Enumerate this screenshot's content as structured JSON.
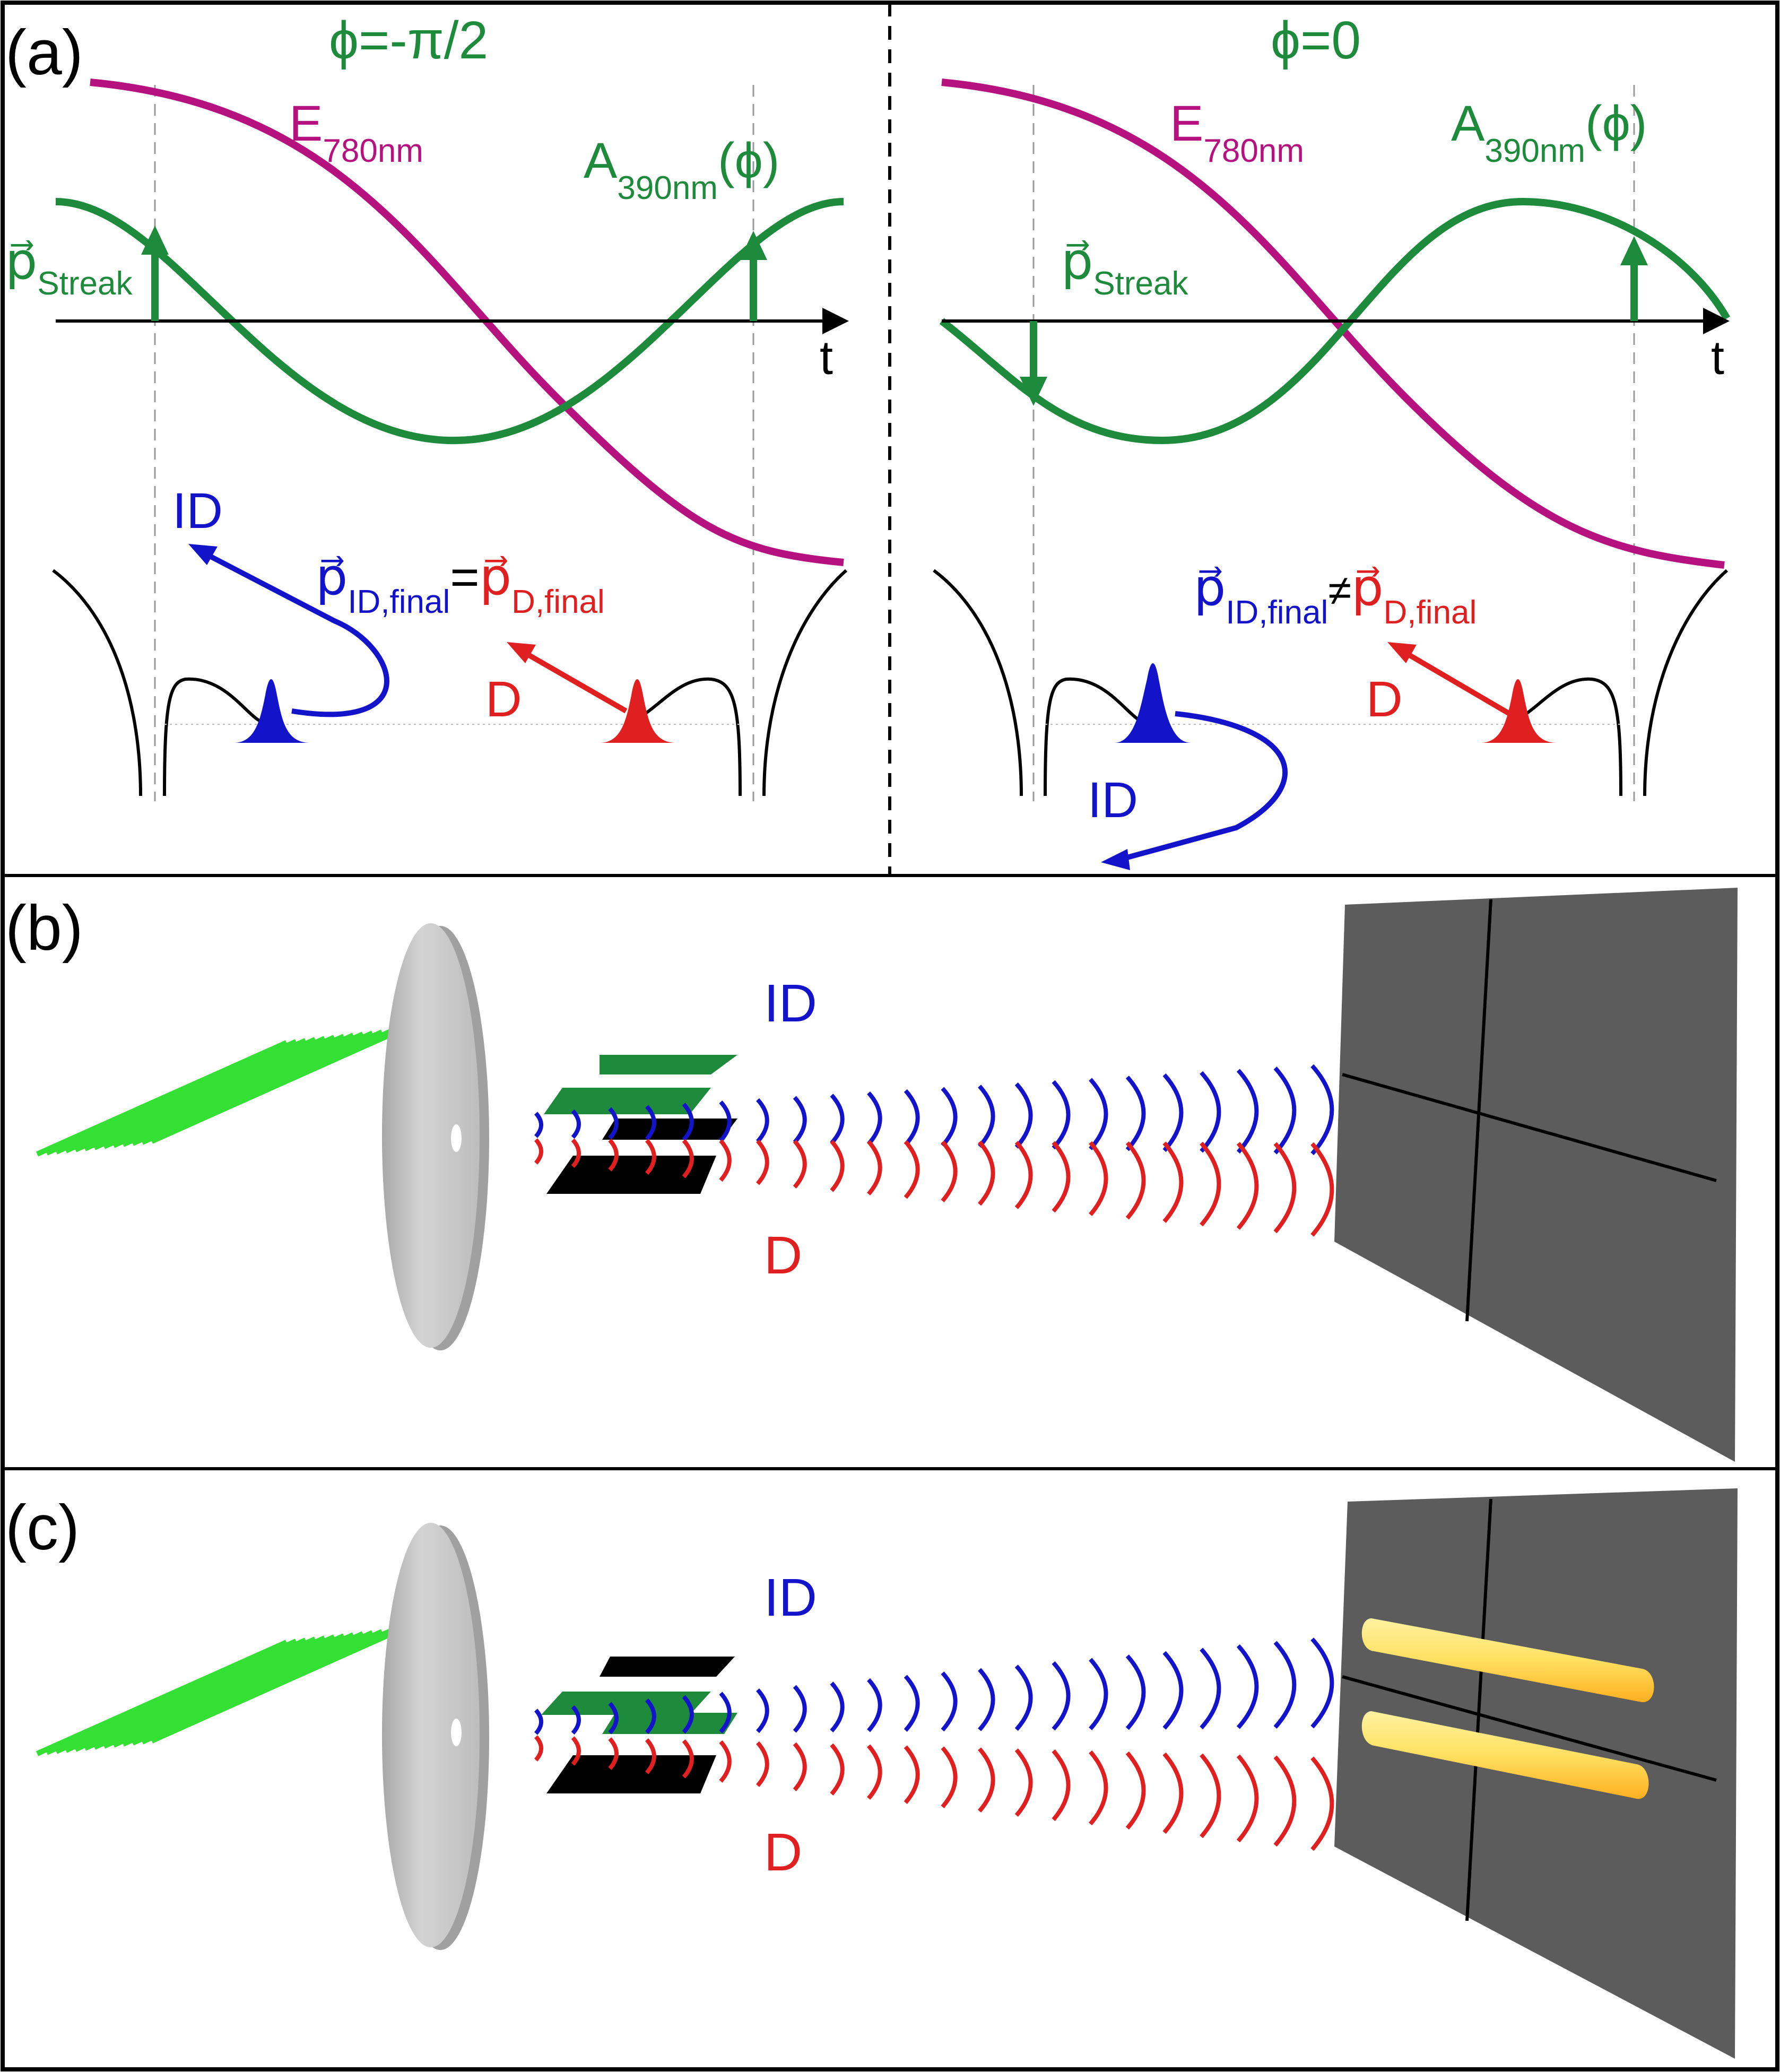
{
  "colors": {
    "green": "#1e8a3c",
    "magenta": "#b5127f",
    "blue": "#1313c9",
    "red": "#e02020",
    "light_green": "#33e033",
    "black": "#000000",
    "disk": "#c8c8c8",
    "screen": "#5a5a5a",
    "glow": "#ff9966",
    "glow_c": "#ffe066"
  },
  "panel_a": {
    "label": "(a)",
    "left": {
      "title": "ϕ=-π/2",
      "e_label": "E",
      "e_sub": "780nm",
      "a_label": "A",
      "a_sub": "390nm",
      "a_arg": "(ϕ)",
      "p_streak": "p⃗",
      "p_streak_sub": "Streak",
      "t_label": "t",
      "id_label": "ID",
      "d_label": "D",
      "relation_lhs": "p⃗",
      "relation_lhs_sub": "ID,final",
      "relation_op": "=",
      "relation_rhs": "p⃗",
      "relation_rhs_sub": "D,final"
    },
    "right": {
      "title": "ϕ=0",
      "e_label": "E",
      "e_sub": "780nm",
      "a_label": "A",
      "a_sub": "390nm",
      "a_arg": "(ϕ)",
      "p_streak": "p⃗",
      "p_streak_sub": "Streak",
      "t_label": "t",
      "id_label": "ID",
      "d_label": "D",
      "relation_lhs": "p⃗",
      "relation_lhs_sub": "ID,final",
      "relation_op": "≠",
      "relation_rhs": "p⃗",
      "relation_rhs_sub": "D,final"
    }
  },
  "panel_b": {
    "label": "(b)",
    "id_label": "ID",
    "d_label": "D"
  },
  "panel_c": {
    "label": "(c)",
    "id_label": "ID",
    "d_label": "D"
  }
}
